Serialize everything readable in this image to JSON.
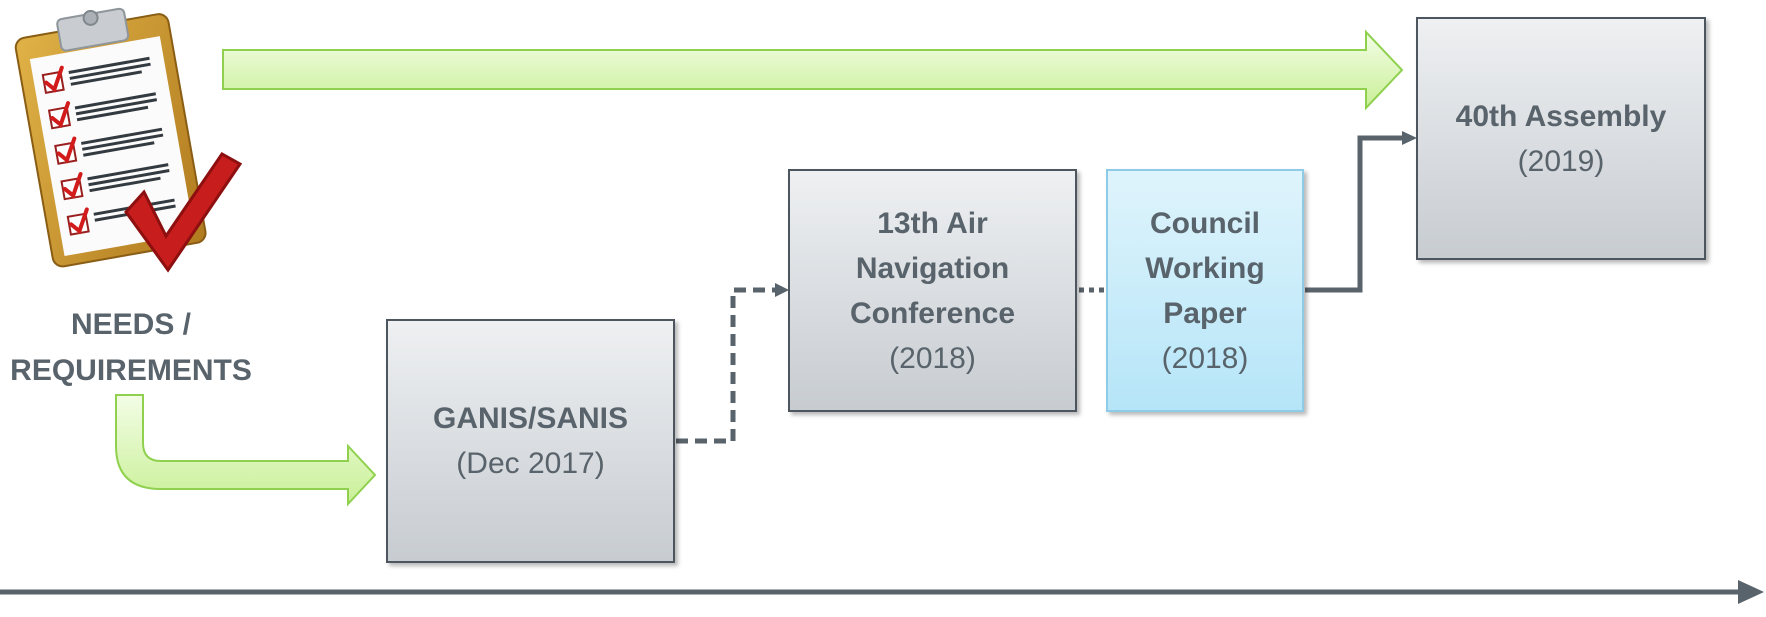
{
  "needs": {
    "label": "NEEDS /\nREQUIREMENTS",
    "icon": "clipboard-checklist-icon"
  },
  "boxes": {
    "ganis": {
      "title": "GANIS/SANIS",
      "date": "(Dec 2017)"
    },
    "anc": {
      "title": "13th Air Navigation Conference",
      "date": "(2018)"
    },
    "cwp": {
      "title": "Council Working Paper",
      "date": "(2018)"
    },
    "assembly": {
      "title": "40th Assembly",
      "date": "(2019)"
    }
  },
  "colors": {
    "box_border": "#4d565e",
    "box_fill_top": "#eef0f2",
    "box_fill_bottom": "#c7ccd1",
    "highlight_fill": "#b5e5f8",
    "highlight_border": "#8ecbe6",
    "arrow_green_fill": "#d6f7b0",
    "arrow_green_border": "#8fd14f",
    "connector": "#59636b",
    "text": "#59636b"
  }
}
